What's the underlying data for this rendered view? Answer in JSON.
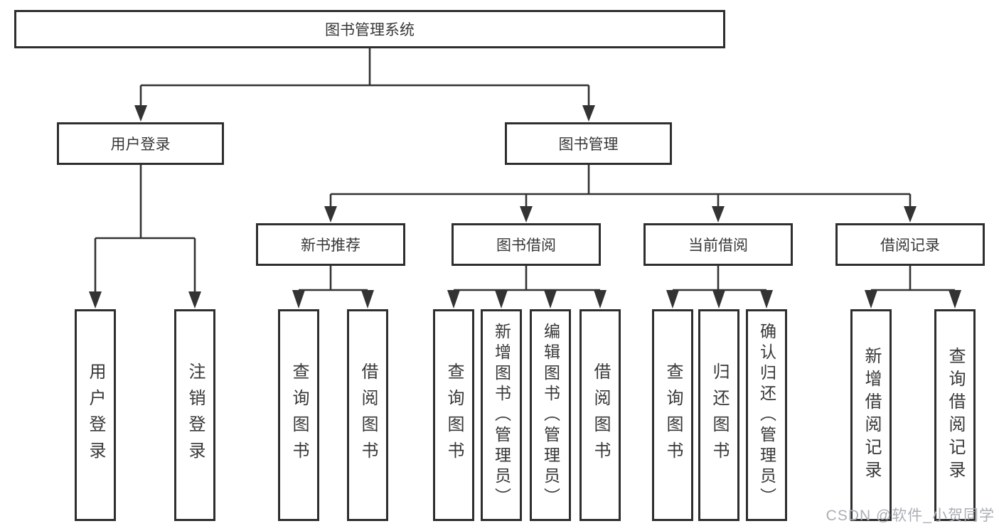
{
  "nodes": {
    "root": "图书管理系统",
    "user_login": "用户登录",
    "book_management": "图书管理",
    "new_book_recommend": "新书推荐",
    "book_borrow": "图书借阅",
    "current_borrow": "当前借阅",
    "borrow_records": "借阅记录"
  },
  "leaves": {
    "user_login": "用户登录",
    "logout": "注销登录",
    "query_books_recommend": "查询图书",
    "borrow_books_recommend": "借阅图书",
    "query_books_borrow": "查询图书",
    "add_books_admin": "新增图书（管理员）",
    "edit_books_admin": "编辑图书（管理员）",
    "borrow_books_borrow": "借阅图书",
    "query_books_current": "查询图书",
    "return_books": "归还图书",
    "confirm_return_admin": "确认归还（管理员）",
    "add_borrow_record": "新增借阅记录",
    "query_borrow_record": "查询借阅记录"
  },
  "watermark": {
    "text": "CSDN @软件_小贺同学",
    "color": "#abaeb5"
  },
  "colors": {
    "line": "#333333",
    "box_border": "#2e2e2e",
    "text": "#373737",
    "background": "#ffffff"
  }
}
